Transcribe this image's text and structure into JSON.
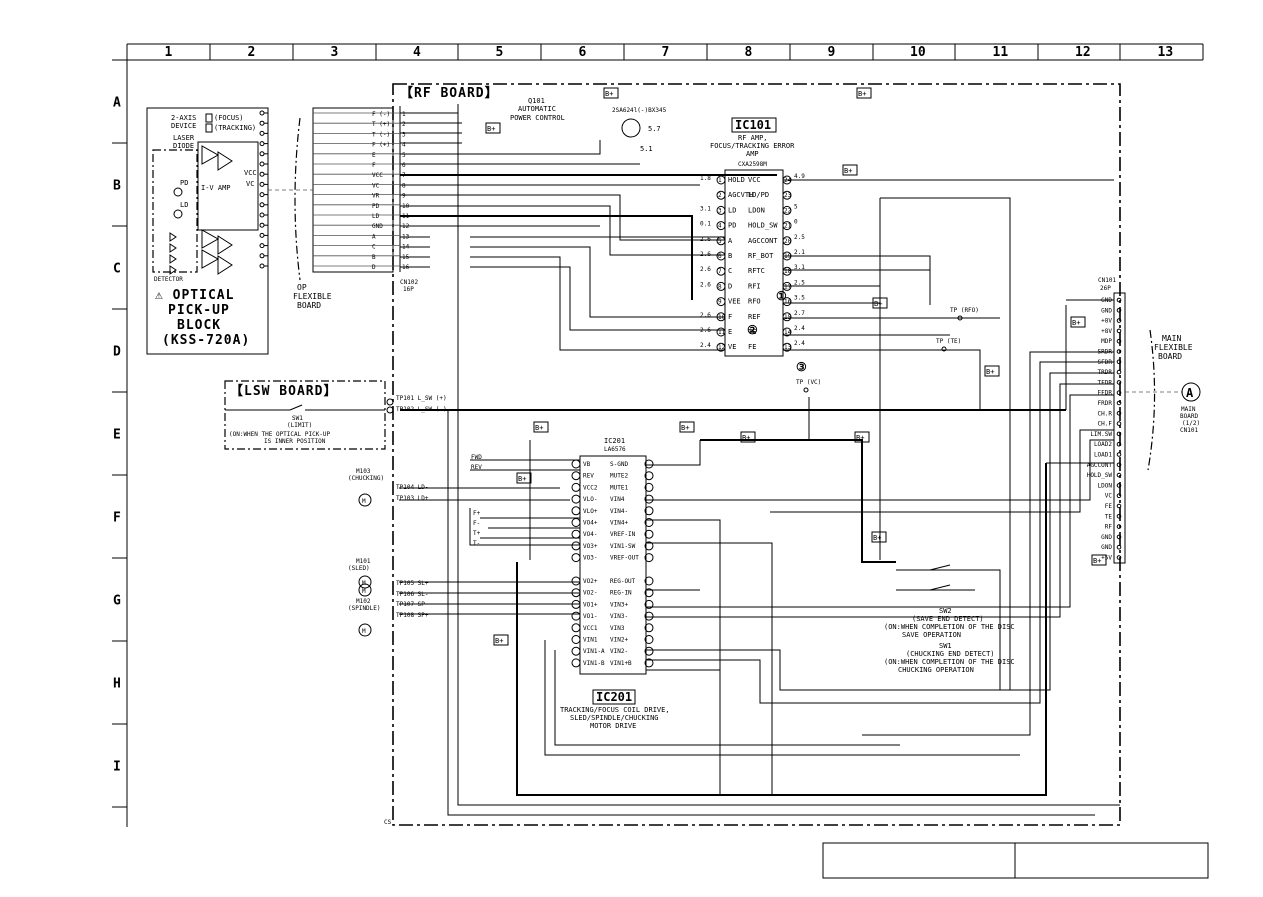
{
  "columns": [
    "1",
    "2",
    "3",
    "4",
    "5",
    "6",
    "7",
    "8",
    "9",
    "10",
    "11",
    "12",
    "13"
  ],
  "rows": [
    "A",
    "B",
    "C",
    "D",
    "E",
    "F",
    "G",
    "H",
    "I"
  ],
  "rf_board": {
    "title": "【RF BOARD】",
    "bplus": "B+",
    "q101": {
      "ref": "Q101",
      "desc1": "AUTOMATIC",
      "desc2": "POWER CONTROL",
      "part": "2SA624l(-)BX345"
    },
    "ic101": {
      "ref": "IC101",
      "desc1": "RF AMP,",
      "desc2": "FOCUS/TRACKING ERROR",
      "desc3": "AMP",
      "part": "CXA2598M",
      "left_pins": [
        "HOLD",
        "AGCVTH",
        "LD",
        "PD",
        "A",
        "B",
        "C",
        "D",
        "VEE",
        "F",
        "E",
        "VE"
      ],
      "left_nums": [
        "1",
        "2",
        "3",
        "4",
        "5",
        "6",
        "7",
        "8",
        "9",
        "10",
        "11",
        "12"
      ],
      "left_volts": [
        "1.8",
        "",
        "3.1",
        "0.1",
        "2.6",
        "2.6",
        "2.6",
        "2.6",
        "",
        "2.6",
        "2.6",
        "2.4"
      ],
      "right_pins": [
        "VCC",
        "LD/PD",
        "LDON",
        "HOLD_SW",
        "AGCCONT",
        "RF_BOT",
        "RFTC",
        "RFI",
        "RFO",
        "REF",
        "TE",
        "FE"
      ],
      "right_nums": [
        "24",
        "23",
        "22",
        "21",
        "20",
        "19",
        "18",
        "17",
        "16",
        "15",
        "14",
        "13"
      ],
      "right_volts": [
        "4.9",
        "",
        "5",
        "0",
        "2.5",
        "2.1",
        "3.1",
        "2.5",
        "3.5",
        "2.7",
        "2.4",
        "2.4"
      ]
    },
    "ic201": {
      "ref": "IC201",
      "desc1": "TRACKING/FOCUS COIL DRIVE,",
      "desc2": "SLED/SPINDLE/CHUCKING",
      "desc3": "MOTOR DRIVE",
      "part": "LA6576",
      "left_pins": [
        "VB",
        "REV",
        "VCC2",
        "VLO-",
        "VLO+",
        "VO4+",
        "VO4-",
        "VO3+",
        "VO3-",
        "",
        "VO2+",
        "VO2-",
        "VO1+",
        "VO1-",
        "VCC1",
        "VIN1",
        "VIN1-A",
        "VIN1-B"
      ],
      "right_pins": [
        "S-GND",
        "MUTE2",
        "MUTE1",
        "VIN4",
        "VIN4-",
        "VIN4+",
        "VREF-IN",
        "VIN1-SW",
        "VREF-OUT",
        "",
        "REG-OUT",
        "REG-IN",
        "VIN3+",
        "VIN3-",
        "VIN3",
        "VIN2+",
        "VIN2-",
        "VIN1+B"
      ]
    },
    "labels_out": [
      "GND",
      "GND",
      "+8V",
      "+8V",
      "MDP",
      "SRDR",
      "SFDR",
      "TRDR",
      "TFDR",
      "FFDR",
      "FRDR",
      "CH.R",
      "CH.F",
      "LIM.SW",
      "LOAD2",
      "LOAD1",
      "AGCCONT",
      "HOLD_SW",
      "LDON",
      "VC",
      "FE",
      "TE",
      "RF",
      "GND",
      "GND",
      "+5V"
    ],
    "cn101": {
      "ref": "CN101",
      "pins": "26P"
    },
    "test_points": [
      "TP (RFO)",
      "TP (TE)",
      "TP (VC)"
    ]
  },
  "pickup": {
    "title1": "OPTICAL",
    "title2": "PICK-UP",
    "title3": "BLOCK",
    "title4": "(KSS-720A)",
    "device": "2-AXIS",
    "device2": "DEVICE",
    "focus": "(FOCUS)",
    "tracking": "(TRACKING)",
    "laser1": "LASER",
    "laser2": "DIODE",
    "iv_amp": "I-V AMP",
    "detector": "DETECTOR",
    "vcc": "VCC",
    "vc": "VC",
    "pd": "PD",
    "ld": "LD"
  },
  "op_flex": {
    "title1": "OP",
    "title2": "FLEXIBLE",
    "title3": "BOARD",
    "cn": "CN102",
    "cnp": "16P",
    "pins": [
      "F (-)",
      "T (+)",
      "T (-)",
      "F (+)",
      "E",
      "F",
      "VCC",
      "VC",
      "VR",
      "PD",
      "LD",
      "GND",
      "A",
      "C",
      "B",
      "D"
    ],
    "nums": [
      "1",
      "2",
      "3",
      "4",
      "5",
      "6",
      "7",
      "8",
      "9",
      "10",
      "11",
      "12",
      "13",
      "14",
      "15",
      "16"
    ]
  },
  "lsw_board": {
    "title": "【LSW BOARD】",
    "sw": "SW1",
    "sw2": "(LIMIT)",
    "note1": "(ON:WHEN THE OPTICAL PICK-UP",
    "note2": "IS INNER POSITION",
    "tp1": "TP101 L_SW (+)",
    "tp2": "TP102 L_SW (-)"
  },
  "motors": [
    {
      "ref": "M103",
      "name": "(CHUCKING)",
      "tp1": "TP104  LD-",
      "tp2": "TP103  LD+"
    },
    {
      "ref": "M101",
      "name": "(SLED)",
      "tp1": "TP105  SL+",
      "tp2": "TP106  SL-"
    },
    {
      "ref": "M102",
      "name": "(SPINDLE)",
      "tp1": "TP107  SP-",
      "tp2": "TP108  SP+"
    }
  ],
  "switches": {
    "sw2": {
      "ref": "SW2",
      "name": "(SAVE END DETECT)",
      "note1": "ON:WHEN COMPLETION OF THE DISC",
      "note2": "SAVE OPERATION"
    },
    "sw1": {
      "ref": "SW1",
      "name": "(CHUCKING END DETECT)",
      "note1": "ON:WHEN COMPLETION OF THE DISC",
      "note2": "CHUCKING OPERATION"
    }
  },
  "main_board": {
    "label1": "MAIN",
    "label2": "FLEXIBLE",
    "label3": "BOARD",
    "marker": "A",
    "ref1": "MAIN",
    "ref2": "BOARD",
    "ref3": "(1/2)",
    "ref4": "CN101"
  },
  "nets_left": [
    "FWD",
    "REV",
    "F+",
    "F-",
    "T+",
    "T-"
  ],
  "footer_left": "",
  "footer_right": "",
  "corner_code": "CS"
}
